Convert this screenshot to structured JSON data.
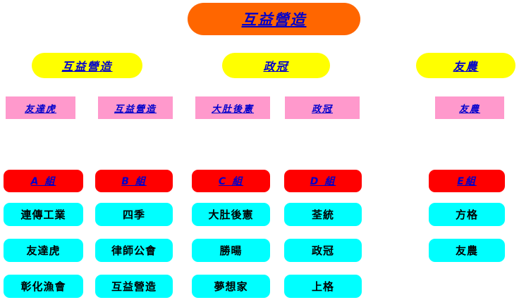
{
  "colors": {
    "root_fill": "#ff6600",
    "division_fill": "#ffff00",
    "sub_fill": "#ff99cc",
    "group_header_fill": "#ff0000",
    "member_fill": "#00ffff",
    "label_blue": "#0000cc",
    "label_black": "#000000"
  },
  "title": "互益營造",
  "divisions": [
    {
      "label": "互益營造"
    },
    {
      "label": "政冠"
    },
    {
      "label": "友農"
    }
  ],
  "subunits": [
    {
      "label": "友達虎"
    },
    {
      "label": "互益營造"
    },
    {
      "label": "大肚後憲"
    },
    {
      "label": "政冠"
    },
    {
      "label": "友農"
    }
  ],
  "groups": [
    {
      "header": "A 組",
      "members": [
        "連傳工業",
        "友達虎",
        "彰化漁會"
      ]
    },
    {
      "header": "B 組",
      "members": [
        "四季",
        "律師公會",
        "互益營造"
      ]
    },
    {
      "header": "C 組",
      "members": [
        "大肚後憲",
        "勝暘",
        "夢想家"
      ]
    },
    {
      "header": "D 組",
      "members": [
        "荃統",
        "政冠",
        "上格"
      ]
    },
    {
      "header": "E組",
      "members": [
        "方格",
        "友農"
      ]
    }
  ]
}
